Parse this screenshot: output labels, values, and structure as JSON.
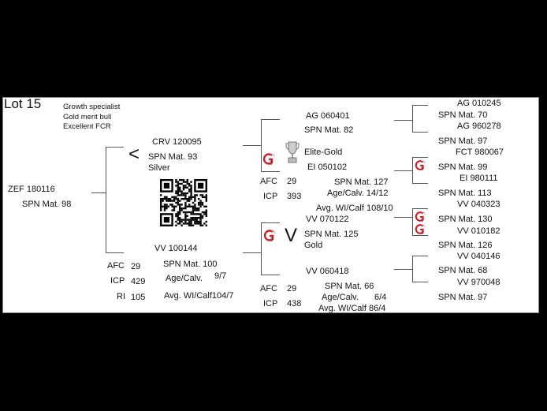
{
  "lot": "Lot 15",
  "notes": [
    "Growth specialist",
    "Gold merit bull",
    "Excellent FCR"
  ],
  "subject": {
    "id": "ZEF 180116",
    "spn": "SPN Mat. 98"
  },
  "sire": {
    "id": "CRV 120095",
    "spn": "SPN Mat. 93",
    "symbol": "<",
    "rating": "Silver"
  },
  "dam": {
    "id": "VV 100144",
    "afc_label": "AFC",
    "afc": "29",
    "icp_label": "ICP",
    "icp": "429",
    "ri_label": "RI",
    "ri": "105",
    "spn": "SPN Mat. 100",
    "age_label": "Age/Calv.",
    "age": "9/7",
    "wi": "Avg. WI/Calf104/7"
  },
  "ss": {
    "id": "AG 060401",
    "spn": "SPN Mat. 82",
    "award": "Elite-Gold"
  },
  "sd": {
    "id": "EI 050102",
    "afc_label": "AFC",
    "afc": "29",
    "icp_label": "ICP",
    "icp": "393",
    "spn": "SPN Mat. 127",
    "age": "Age/Calv.  14/12",
    "wi": "Avg. WI/Calf  108/10"
  },
  "ds": {
    "id": "VV 070122",
    "symbol": "V",
    "spn": "SPN Mat. 125",
    "rating": "Gold"
  },
  "dd": {
    "id": "VV 060418",
    "afc_label": "AFC",
    "afc": "29",
    "icp_label": "ICP",
    "icp": "438",
    "spn": "SPN Mat. 66",
    "age_label": "Age/Calv.",
    "age": "6/4",
    "wi": "Avg. WI/Calf  86/4"
  },
  "gen3": [
    {
      "id": "AG 010245",
      "spn": "SPN Mat. 70"
    },
    {
      "id": "AG 960278",
      "spn": "SPN Mat. 97"
    },
    {
      "id": "FCT 980067",
      "spn": "SPN Mat. 99"
    },
    {
      "id": "EI 980111",
      "spn": "SPN Mat. 113"
    },
    {
      "id": "VV 040323",
      "spn": "SPN Mat. 130"
    },
    {
      "id": "VV 010182",
      "spn": "SPN Mat. 126"
    },
    {
      "id": "VV 040146",
      "spn": "SPN Mat. 68"
    },
    {
      "id": "VV 970048",
      "spn": "SPN Mat. 97"
    }
  ],
  "logo_text": "GT",
  "colors": {
    "logo_red": "#c8202a",
    "line": "#555555"
  }
}
